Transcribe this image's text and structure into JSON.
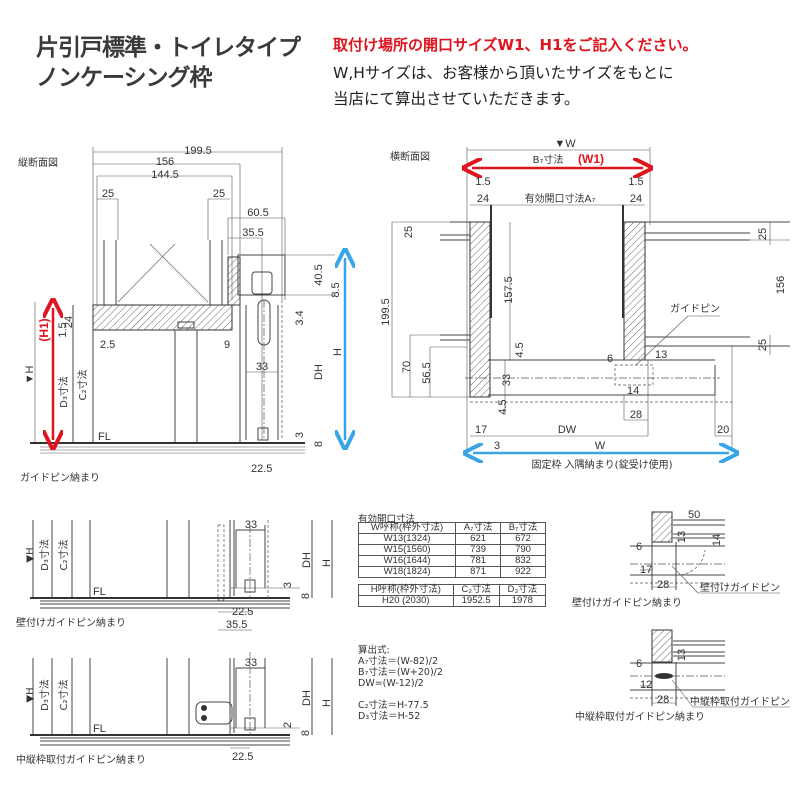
{
  "header": {
    "title_line1": "片引戸標準・トイレタイプ",
    "title_line2": "ノンケーシング枠",
    "notice_red": "取付け場所の開口サイズW1、H1をご記入ください。",
    "notice_line1": "W,Hサイズは、お客様から頂いたサイズをもとに",
    "notice_line2": "当店にて算出させていただきます。"
  },
  "colors": {
    "red": "#e0141e",
    "blue": "#3aa5e6"
  },
  "vertical_section": {
    "title": "縦断面図",
    "dims": {
      "w199": "199.5",
      "w156": "156",
      "w144": "144.5",
      "w25a": "25",
      "w25b": "25",
      "w60": "60.5",
      "w35": "35.5",
      "h40": "40.5",
      "h8_5": "8.5",
      "h3_4": "3.4",
      "h24": "24",
      "h1_5": "1.5",
      "w2_5": "2.5",
      "w9": "9",
      "w33": "33",
      "h3": "3",
      "h8": "8",
      "w22": "22.5"
    },
    "labels": {
      "h_mark": "▼H",
      "d3": "D₃寸法",
      "c2": "C₂寸法",
      "h1": "(H1)",
      "fl": "FL",
      "dh": "DH",
      "h": "H"
    },
    "caption": "ガイドピン納まり"
  },
  "horizontal_section": {
    "title": "横断面図",
    "w_mark": "▼W",
    "b7": "B₇寸法",
    "w1": "(W1)",
    "d1_5a": "1.5",
    "d1_5b": "1.5",
    "d24a": "24",
    "d24b": "24",
    "a7": "有効開口寸法A₇",
    "d25a": "25",
    "d25b": "25",
    "d25c": "25",
    "d199": "199.5",
    "d157": "157.5",
    "d156": "156",
    "d70": "70",
    "d56": "56.5",
    "d4_5a": "4.5",
    "d33": "33",
    "d4_5b": "4.5",
    "d6": "6",
    "d13": "13",
    "d14": "14",
    "d28": "28",
    "d17": "17",
    "d3": "3",
    "dw": "DW",
    "d20": "20",
    "w": "W",
    "guide_pin": "ガイドピン",
    "caption": "固定枠 入隅納まり(錠受け使用)"
  },
  "wall_detail": {
    "h_mark": "▼H",
    "d3": "D₃寸法",
    "c2": "C₂寸法",
    "fl": "FL",
    "d33": "33",
    "dh": "DH",
    "h": "H",
    "dv": "3",
    "d8": "8",
    "d22": "22.5",
    "d35": "35.5",
    "caption": "壁付けガイドピン納まり"
  },
  "mid_detail": {
    "h_mark": "▼H",
    "d3": "D₃寸法",
    "c2": "C₂寸法",
    "fl": "FL",
    "d33": "33",
    "dh": "DH",
    "h": "H",
    "dv": "2",
    "d8": "8",
    "d22": "22.5",
    "caption": "中縦枠取付ガイドピン納まり"
  },
  "table": {
    "title": "有効開口寸法",
    "w_headers": [
      "W呼称(枠外寸法)",
      "A₇寸法",
      "B₇寸法"
    ],
    "w_rows": [
      [
        "W13(1324)",
        "621",
        "672"
      ],
      [
        "W15(1560)",
        "739",
        "790"
      ],
      [
        "W16(1644)",
        "781",
        "832"
      ],
      [
        "W18(1824)",
        "871",
        "922"
      ]
    ],
    "h_headers": [
      "H呼称(枠外寸法)",
      "C₂寸法",
      "D₃寸法"
    ],
    "h_rows": [
      [
        "H20 (2030)",
        "1952.5",
        "1978"
      ]
    ]
  },
  "formulas": {
    "title": "算出式:",
    "lines": [
      "A₇寸法＝(W-82)/2",
      "B₇寸法＝(W+20)/2",
      "DW=(W-12)/2",
      "C₂寸法＝H-77.5",
      "D₃寸法＝H-52"
    ]
  },
  "plan_wall_detail": {
    "d50": "50",
    "d13": "13",
    "d14": "14",
    "d6": "6",
    "d17": "17",
    "d28": "28",
    "pin_label": "壁付けガイドピン",
    "caption": "壁付けガイドピン納まり"
  },
  "plan_mid_detail": {
    "d13": "13",
    "d6": "6",
    "d12": "12",
    "d28": "28",
    "pin_label": "中縦枠取付ガイドピン",
    "caption": "中縦枠取付ガイドピン納まり"
  }
}
